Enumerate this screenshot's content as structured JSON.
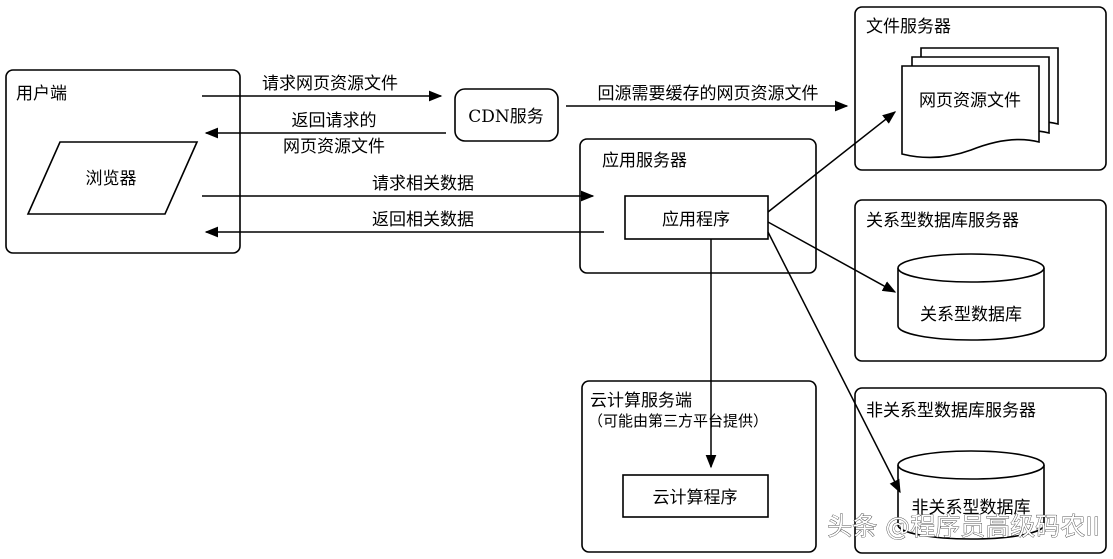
{
  "nodes": {
    "client": {
      "title": "用户端",
      "browser": "浏览器"
    },
    "cdn": {
      "label": "CDN服务"
    },
    "file_server": {
      "title": "文件服务器",
      "doc": "网页资源文件"
    },
    "app_server": {
      "title": "应用服务器",
      "program": "应用程序"
    },
    "rdb_server": {
      "title": "关系型数据库服务器",
      "db": "关系型数据库"
    },
    "nosql_server": {
      "title": "非关系型数据库服务器",
      "db": "非关系型数据库"
    },
    "cloud": {
      "title": "云计算服务端",
      "subtitle": "（可能由第三方平台提供）",
      "program": "云计算程序"
    }
  },
  "edges": {
    "request_page": "请求网页资源文件",
    "return_page_line1": "返回请求的",
    "return_page_line2": "网页资源文件",
    "origin_fetch": "回源需要缓存的网页资源文件",
    "request_data": "请求相关数据",
    "return_data": "返回相关数据"
  },
  "watermark": "头条 @程序员高级码农II"
}
